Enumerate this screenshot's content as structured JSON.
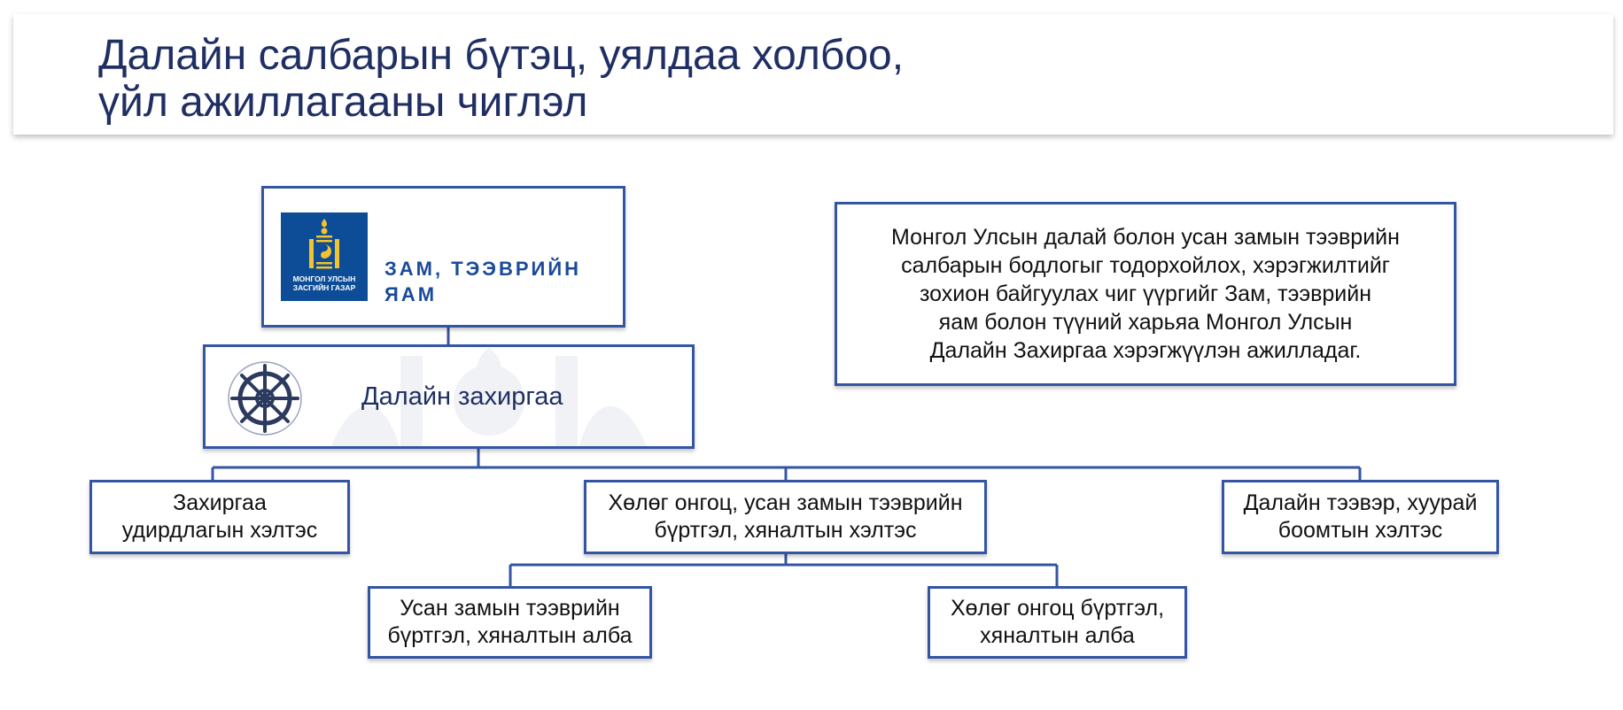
{
  "header": {
    "title_line1": "Далайн салбарын бүтэц, уялдаа холбоо,",
    "title_line2": "үйл ажиллагааны чиглэл"
  },
  "ministry": {
    "logo_caption_line1": "МОНГОЛ УЛСЫН",
    "logo_caption_line2": "ЗАСГИЙН ГАЗАР",
    "name_line1": "ЗАМ, ТЭЭВРИЙН",
    "name_line2": "ЯАМ"
  },
  "maritime": {
    "name": "Далайн захиргаа"
  },
  "info": {
    "line1": "Монгол Улсын далай болон усан замын тээврийн",
    "line2": "салбарын бодлогыг тодорхойлох, хэрэгжилтийг",
    "line3": "зохион байгуулах чиг үүргийг Зам, тээврийн",
    "line4": "яам болон түүний харьяа Монгол Улсын",
    "line5": "Далайн Захиргаа хэрэгжүүлэн ажилладаг."
  },
  "departments": {
    "admin": {
      "line1": "Захиргаа",
      "line2": "удирдлагын хэлтэс"
    },
    "registration": {
      "line1": "Хөлөг онгоц, усан замын тээврийн",
      "line2": "бүртгэл, хяналтын хэлтэс"
    },
    "transport": {
      "line1": "Далайн тээвэр, хуурай",
      "line2": "боомтын хэлтэс"
    }
  },
  "units": {
    "waterway": {
      "line1": "Усан замын тээврийн",
      "line2": "бүртгэл, хяналтын алба"
    },
    "vessel": {
      "line1": "Хөлөг онгоц бүртгэл,",
      "line2": "хяналтын алба"
    }
  },
  "colors": {
    "title": "#1f2f63",
    "box_border": "#3355a4",
    "ministry_blue": "#0d4c97",
    "ministry_text": "#1a4b9a",
    "logo_gold": "#f2c230",
    "wheel": "#2b3a5e"
  },
  "icons": {
    "ministry_logo": "soyombo-emblem-icon",
    "maritime_logo": "ship-wheel-icon"
  }
}
